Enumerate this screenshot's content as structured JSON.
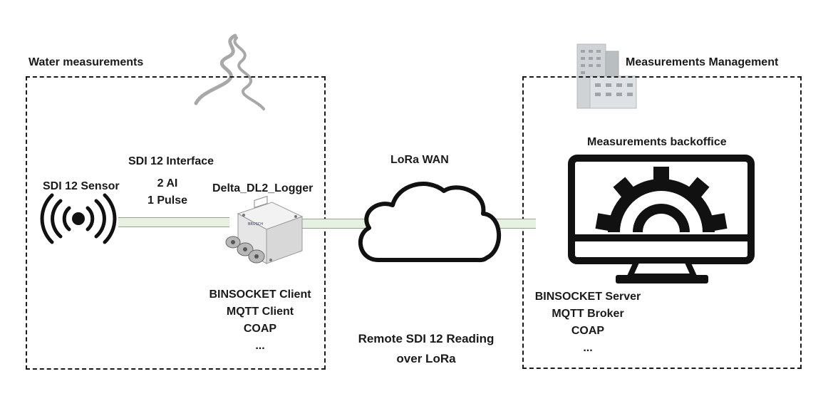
{
  "left_zone": {
    "title": "Water measurements",
    "sensor_label": "SDI 12 Sensor",
    "interface_label": "SDI 12 Interface",
    "interface_lines": [
      "2 AI",
      "1 Pulse"
    ],
    "logger_label": "Delta_DL2_Logger",
    "logger_brand": "BRUSCH",
    "client_protocols": [
      "BINSOCKET Client",
      "MQTT Client",
      "COAP",
      "..."
    ]
  },
  "network": {
    "label": "LoRa WAN",
    "caption_lines": [
      "Remote SDI 12 Reading",
      "over LoRa"
    ]
  },
  "right_zone": {
    "title": "Measurements Management",
    "backoffice_label": "Measurements backoffice",
    "server_protocols": [
      "BINSOCKET Server",
      "MQTT Broker",
      "COAP",
      "..."
    ]
  },
  "colors": {
    "line_fill": "#e6f1e2",
    "line_border": "#8fa888",
    "outline": "#1a1a1a",
    "river": "#a8a8a8",
    "building": "#cfd3d6"
  }
}
